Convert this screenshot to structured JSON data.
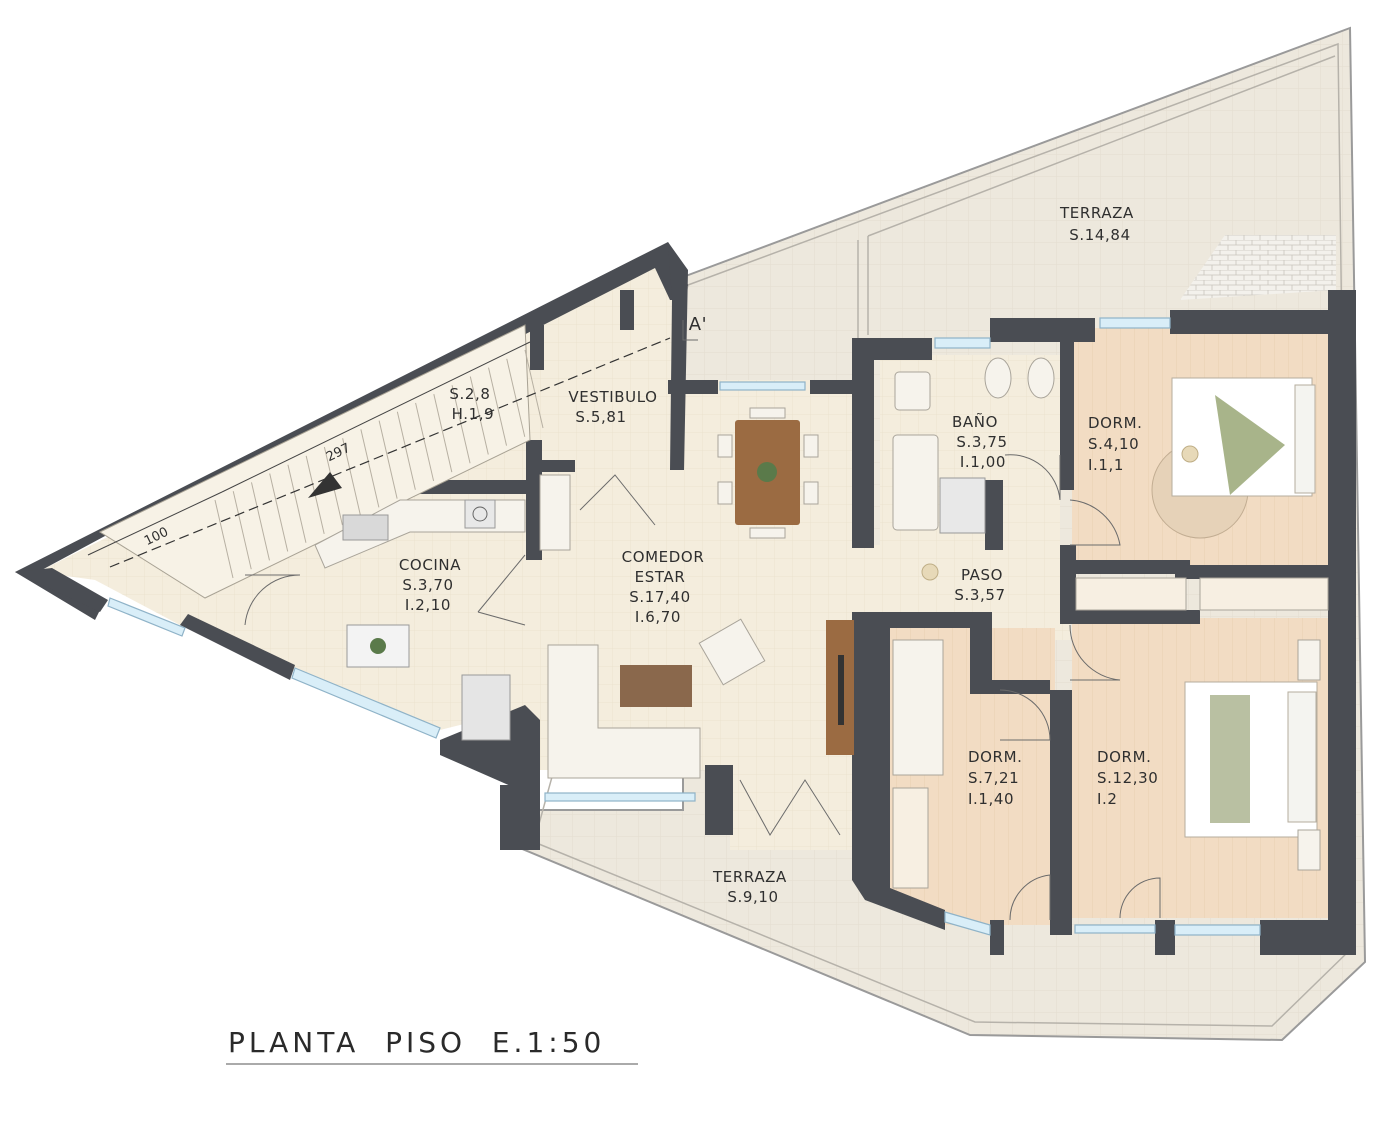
{
  "plan": {
    "title": "PLANTA  PISO  E.1:50",
    "section_marker": "A'",
    "rooms": {
      "terraza_top": {
        "name": "TERRAZA",
        "area": "S.14,84"
      },
      "bano": {
        "name": "BAÑO",
        "area": "S.3,75",
        "light": "I.1,00"
      },
      "dorm1": {
        "name": "DORM.",
        "area": "S.4,10",
        "light": "I.1,1"
      },
      "stair": {
        "area": "S.2,8",
        "height": "H.1,9"
      },
      "vestibulo": {
        "name": "VESTIBULO",
        "area": "S.5,81"
      },
      "comedor": {
        "name": "COMEDOR",
        "name2": "ESTAR",
        "area": "S.17,40",
        "light": "I.6,70"
      },
      "cocina": {
        "name": "COCINA",
        "area": "S.3,70",
        "light": "I.2,10"
      },
      "paso": {
        "name": "PASO",
        "area": "S.3,57"
      },
      "dorm2": {
        "name": "DORM.",
        "area": "S.7,21",
        "light": "I.1,40"
      },
      "dorm3": {
        "name": "DORM.",
        "area": "S.12,30",
        "light": "I.2"
      },
      "terraza_bottom": {
        "name": "TERRAZA",
        "area": "S.9,10"
      }
    },
    "dimensions": {
      "stair_length": "297",
      "stair_width": "100"
    }
  },
  "colors": {
    "wall": "#4a4d53",
    "terrace_floor": "#ece7dc",
    "interior_floor": "#f3ecdc",
    "bedroom_floor": "#f0dcc5",
    "window": "#d9eef8",
    "text": "#2f2f2f"
  }
}
